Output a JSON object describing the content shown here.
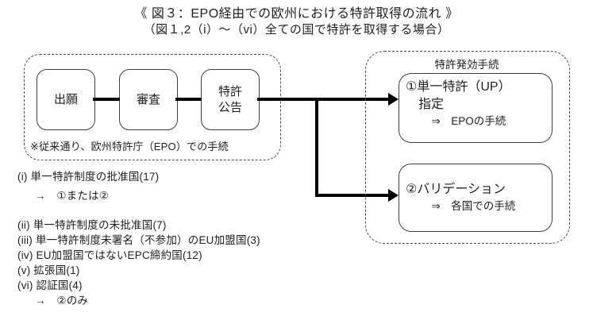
{
  "title": {
    "line1": "《 図３：EPO経由での欧州における特許取得の流れ 》",
    "line2": "（図１,2（i）～（vi）全ての国で特許を取得する場合）"
  },
  "epo_process": {
    "steps": [
      {
        "label": "出願"
      },
      {
        "label": "審査"
      },
      {
        "label": "特許\n公告"
      }
    ],
    "note": "※従来通り、欧州特許庁（EPO）での手続"
  },
  "grant_process": {
    "title": "特許発効手続",
    "options": [
      {
        "label": "①単一特許（UP）\n指定",
        "sub": "⇒　EPOの手続"
      },
      {
        "label": "②バリデーション",
        "sub": "⇒　各国での手続"
      }
    ]
  },
  "country_list": {
    "lines": [
      {
        "text": "(i) 単一特許制度の批准国(17)"
      },
      {
        "text": "→　①または②"
      },
      {
        "text": "(ii) 単一特許制度の未批准国(7)"
      },
      {
        "text": "(iii) 単一特許制度未署名（不参加）のEU加盟国(3)"
      },
      {
        "text": "(iv) EU加盟国ではないEPC締約国(12)"
      },
      {
        "text": "(v) 拡張国(1)"
      },
      {
        "text": "(vi) 認証国(4)"
      },
      {
        "text": "→　②のみ"
      }
    ]
  },
  "colors": {
    "background": "#ffffff",
    "text": "#1f1f1f",
    "border": "#3f3f3f",
    "flow_line": "#000000"
  }
}
